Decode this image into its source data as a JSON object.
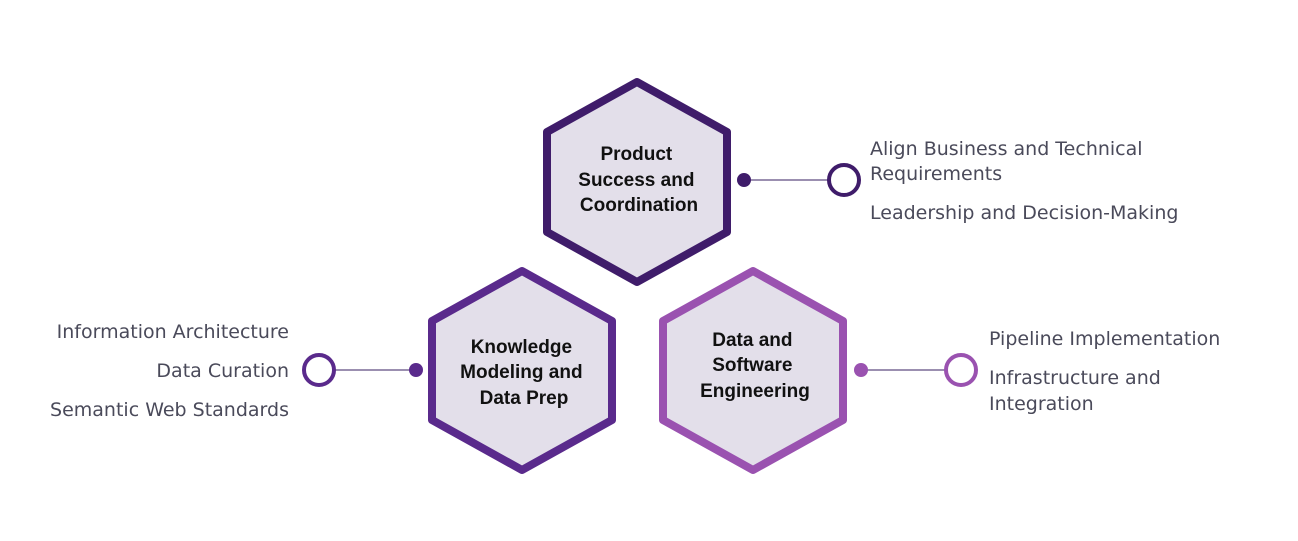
{
  "colors": {
    "hex_fill": "#e3dfea",
    "product_stroke": "#3f1c6a",
    "knowledge_stroke": "#5a2a8c",
    "engineering_stroke": "#9a52b0",
    "connector": "#9b8fb0",
    "text": "#4a4a5a"
  },
  "hexagons": {
    "product": {
      "icon": "hexagon-icon",
      "title_lines": [
        "Product",
        "Success and",
        "Coordination"
      ],
      "items": [
        {
          "lines": [
            "Align Business and Technical",
            "Requirements"
          ]
        },
        {
          "lines": [
            "Leadership and Decision-Making"
          ]
        }
      ]
    },
    "knowledge": {
      "icon": "hexagon-icon",
      "title_lines": [
        "Knowledge",
        "Modeling and",
        "Data Prep"
      ],
      "items": [
        {
          "lines": [
            "Information Architecture"
          ]
        },
        {
          "lines": [
            "Data Curation"
          ]
        },
        {
          "lines": [
            "Semantic Web Standards"
          ]
        }
      ]
    },
    "engineering": {
      "icon": "hexagon-icon",
      "title_lines": [
        "Data and",
        "Software",
        "Engineering"
      ],
      "items": [
        {
          "lines": [
            "Pipeline Implementation"
          ]
        },
        {
          "lines": [
            "Infrastructure and",
            "Integration"
          ]
        }
      ]
    }
  }
}
